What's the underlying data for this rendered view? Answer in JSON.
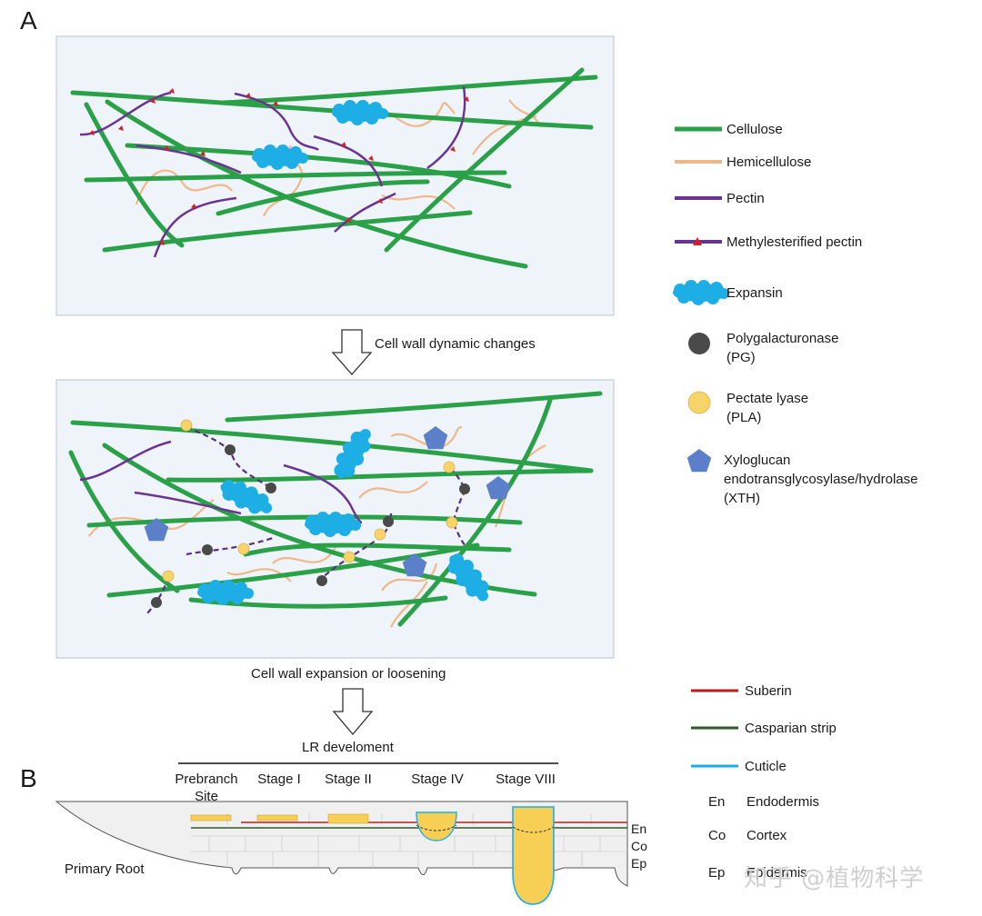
{
  "panel_a_label": "A",
  "panel_b_label": "B",
  "arrow1_caption": "Cell wall dynamic changes",
  "arrow2_caption": "Cell wall expansion or loosening",
  "lr_heading": "LR develoment",
  "stages": [
    "Prebranch\nSite",
    "Stage I",
    "Stage II",
    "Stage IV",
    "Stage VIII"
  ],
  "primary_root": "Primary Root",
  "layer_abbrevs": [
    "En",
    "Co",
    "Ep"
  ],
  "legend_a": [
    {
      "label": "Cellulose",
      "swatch": "line",
      "color": "#2aa148"
    },
    {
      "label": "Hemicellulose",
      "swatch": "line",
      "color": "#f0b88a"
    },
    {
      "label": "Pectin",
      "swatch": "line",
      "color": "#6a3592"
    },
    {
      "label": "Methylesterified pectin",
      "swatch": "line-triangle",
      "color": "#6a3592",
      "marker_color": "#d0202a"
    },
    {
      "label": "Expansin",
      "swatch": "blob",
      "color": "#1eaee6"
    },
    {
      "label": "Polygalacturonase\n(PG)",
      "swatch": "circle",
      "color": "#4a4a4a"
    },
    {
      "label": "Pectate lyase\n(PLA)",
      "swatch": "circle",
      "color": "#f7d46a"
    },
    {
      "label": "Xyloglucan\nendotransglycosylase/hydrolase\n(XTH)",
      "swatch": "pentagon",
      "color": "#5c7fc9"
    }
  ],
  "legend_b": [
    {
      "label": "Suberin",
      "color": "#b51f1f"
    },
    {
      "label": "Casparian strip",
      "color": "#2e5a27"
    },
    {
      "label": "Cuticle",
      "color": "#1eaee6"
    }
  ],
  "legend_b_abbrev": [
    {
      "abbr": "En",
      "label": "Endodermis"
    },
    {
      "abbr": "Co",
      "label": "Cortex"
    },
    {
      "abbr": "Ep",
      "label": "Epidermis"
    }
  ],
  "watermark": "知乎 @植物科学"
}
